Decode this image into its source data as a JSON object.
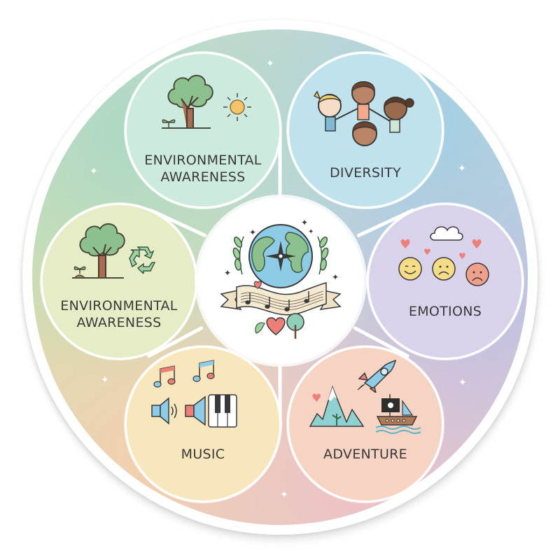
{
  "diagram": {
    "type": "radial-hub-and-spoke",
    "center": {
      "name": "central-theme",
      "icons": [
        "globe-icon",
        "compass-icon",
        "laurel-icon",
        "music-ribbon-icon",
        "heart-icon",
        "tree-icon",
        "sparkle-icon"
      ]
    },
    "nodes": [
      {
        "id": "top-left",
        "label_line1": "ENVIRONMENTAL",
        "label_line2": "AWARENESS",
        "color": "#cdeadf",
        "icons": [
          "tree-icon",
          "sun-icon",
          "sprout-icon"
        ]
      },
      {
        "id": "top-right",
        "label_line1": "DIVERSITY",
        "label_line2": "",
        "color": "#bfe2ec",
        "icons": [
          "children-holding-hands-icon"
        ]
      },
      {
        "id": "right",
        "label_line1": "EMOTIONS",
        "label_line2": "",
        "color": "#d8d3ea",
        "icons": [
          "cloud-icon",
          "happy-face-icon",
          "sad-face-icon",
          "upset-face-icon",
          "heart-icon"
        ]
      },
      {
        "id": "bottom-right",
        "label_line1": "ADVENTURE",
        "label_line2": "",
        "color": "#f6d3c2",
        "icons": [
          "rocket-icon",
          "mountain-icon",
          "pirate-ship-icon",
          "heart-icon"
        ]
      },
      {
        "id": "bottom-left",
        "label_line1": "MUSIC",
        "label_line2": "",
        "color": "#f8e7bd",
        "icons": [
          "music-note-icon",
          "speaker-icon",
          "piano-keys-icon"
        ]
      },
      {
        "id": "left",
        "label_line1": "ENVIRONMENTAL",
        "label_line2": "AWARENESS",
        "color": "#e6edc6",
        "icons": [
          "tree-icon",
          "recycle-icon",
          "sprout-icon"
        ]
      }
    ]
  },
  "colors": {
    "rim": "#ffffff",
    "label_text": "#3a3a3a",
    "leaf_green": "#8cc08e",
    "trunk_brown": "#a86e54",
    "ocean_blue": "#8ecbe6",
    "heart_red": "#ec7f78",
    "sun_yellow": "#f5c46a"
  }
}
